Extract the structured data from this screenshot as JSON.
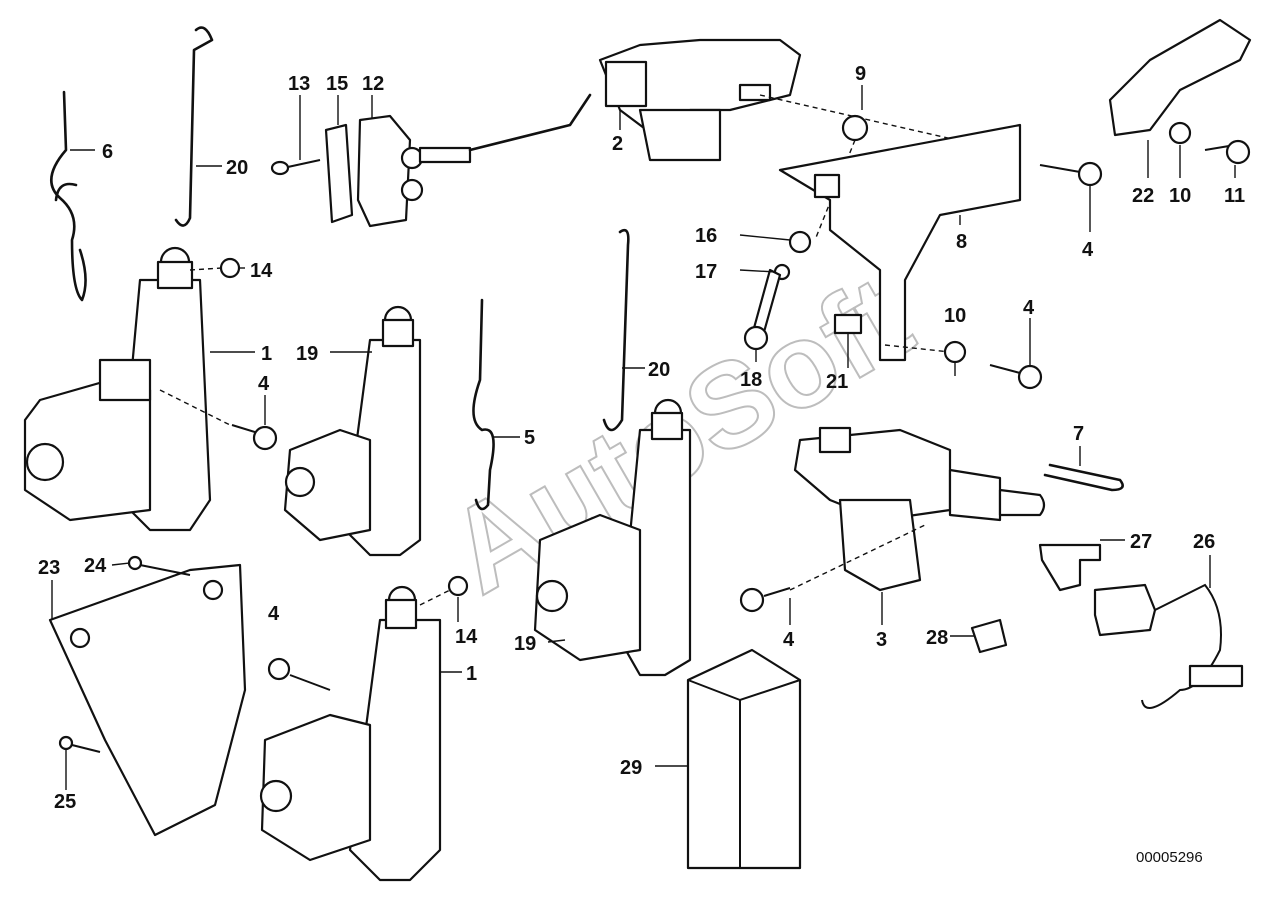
{
  "diagram": {
    "watermark": "AutoSoft",
    "code": "00005296",
    "callouts": [
      {
        "id": "c6",
        "text": "6"
      },
      {
        "id": "c20a",
        "text": "20"
      },
      {
        "id": "c13",
        "text": "13"
      },
      {
        "id": "c15",
        "text": "15"
      },
      {
        "id": "c12",
        "text": "12"
      },
      {
        "id": "c2",
        "text": "2"
      },
      {
        "id": "c9",
        "text": "9"
      },
      {
        "id": "c22",
        "text": "22"
      },
      {
        "id": "c10a",
        "text": "10"
      },
      {
        "id": "c11",
        "text": "11"
      },
      {
        "id": "c4a",
        "text": "4"
      },
      {
        "id": "c8",
        "text": "8"
      },
      {
        "id": "c16",
        "text": "16"
      },
      {
        "id": "c17",
        "text": "17"
      },
      {
        "id": "c14a",
        "text": "14"
      },
      {
        "id": "c1a",
        "text": "1"
      },
      {
        "id": "c19a",
        "text": "19"
      },
      {
        "id": "c4b",
        "text": "4"
      },
      {
        "id": "c20b",
        "text": "20"
      },
      {
        "id": "c18",
        "text": "18"
      },
      {
        "id": "c21",
        "text": "21"
      },
      {
        "id": "c10b",
        "text": "10"
      },
      {
        "id": "c4c",
        "text": "4"
      },
      {
        "id": "c5",
        "text": "5"
      },
      {
        "id": "c7",
        "text": "7"
      },
      {
        "id": "c23",
        "text": "23"
      },
      {
        "id": "c24",
        "text": "24"
      },
      {
        "id": "c27",
        "text": "27"
      },
      {
        "id": "c26",
        "text": "26"
      },
      {
        "id": "c4d",
        "text": "4"
      },
      {
        "id": "c14b",
        "text": "14"
      },
      {
        "id": "c1b",
        "text": "1"
      },
      {
        "id": "c19b",
        "text": "19"
      },
      {
        "id": "c4e",
        "text": "4"
      },
      {
        "id": "c3",
        "text": "3"
      },
      {
        "id": "c28",
        "text": "28"
      },
      {
        "id": "c25",
        "text": "25"
      },
      {
        "id": "c29",
        "text": "29"
      }
    ]
  }
}
